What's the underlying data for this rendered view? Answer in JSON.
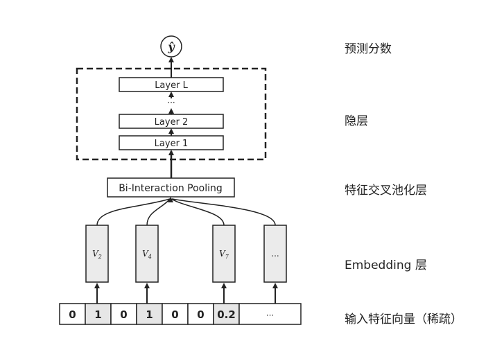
{
  "output": {
    "symbol": "ŷ"
  },
  "hidden": {
    "layers": [
      "Layer L",
      "Layer 2",
      "Layer 1"
    ],
    "ellipsis": "···"
  },
  "pooling": {
    "label": "Bi-Interaction Pooling"
  },
  "embeddings": [
    "V2",
    "V4",
    "V7",
    "..."
  ],
  "input": {
    "cells": [
      "0",
      "1",
      "0",
      "1",
      "0",
      "0",
      "0.2",
      "···"
    ],
    "highlighted": [
      1,
      3,
      6
    ]
  },
  "side_labels": {
    "prediction": "预测分数",
    "hidden": "隐层",
    "pooling": "特征交叉池化层",
    "embedding": "Embedding 层",
    "input": "输入特征向量（稀疏）"
  },
  "colors": {
    "stroke": "#222222",
    "embedding_fill": "#ebebeb",
    "highlight_fill": "#e6e6e6",
    "dashed_box": "#222222"
  }
}
